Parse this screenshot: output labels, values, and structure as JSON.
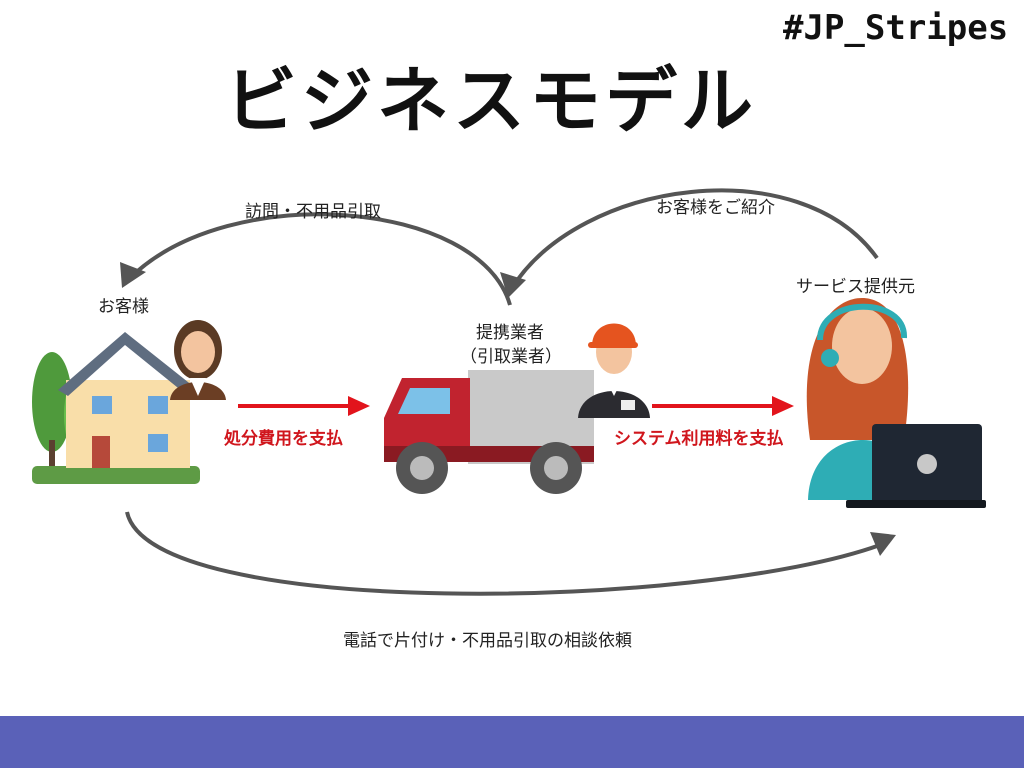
{
  "slide": {
    "title": "ビジネスモデル",
    "hashtag": "#JP_Stripes"
  },
  "nodes": {
    "customer": "お客様",
    "partner_line1": "提携業者",
    "partner_line2": "（引取業者）",
    "provider": "サービス提供元"
  },
  "edges": {
    "visit_pickup": "訪問・不用品引取",
    "referral": "お客様をご紹介",
    "pay_disposal": "処分費用を支払",
    "pay_system": "システム利用料を支払",
    "consultation": "電話で片付け・不用品引取の相談依頼"
  },
  "colors": {
    "payment_arrow": "#e2141c",
    "flow_arrow": "#555555",
    "footer": "#5a61b8"
  }
}
